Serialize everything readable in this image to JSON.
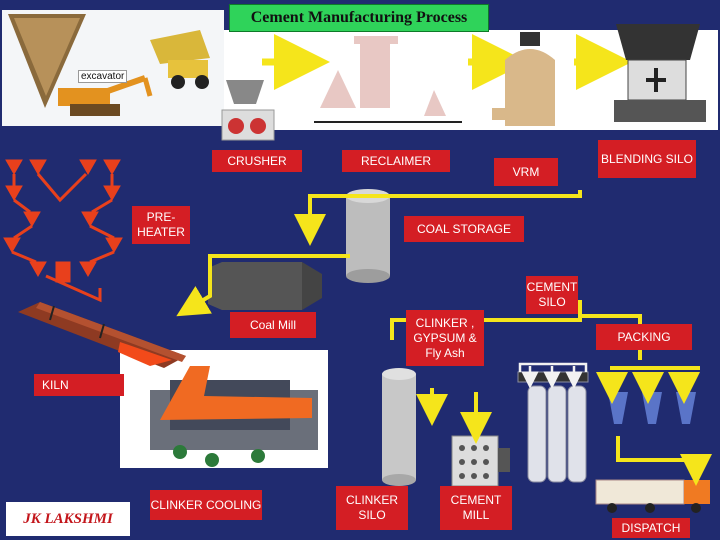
{
  "title": "Cement Manufacturing Process",
  "labels": {
    "excavator": "excavator",
    "crusher": "CRUSHER",
    "reclaimer": "RECLAIMER",
    "vrm": "VRM",
    "blending_silo": "BLENDING SILO",
    "preheater": "PRE-HEATER",
    "coal_storage": "COAL STORAGE",
    "cement_silo": "CEMENT SILO",
    "coal_mill": "Coal Mill",
    "clinker_gypsum": "CLINKER , GYPSUM & Fly Ash",
    "packing": "PACKING",
    "kiln": "KILN",
    "clinker_cooling": "CLINKER COOLING",
    "clinker_silo": "CLINKER SILO",
    "cement_mill": "CEMENT MILL",
    "dispatch": "DISPATCH"
  },
  "logo": {
    "text": "JK LAKSHMI"
  },
  "colors": {
    "background": "#202b70",
    "label": "#d41e24",
    "title_bg": "#2fd35a",
    "flow_arrow": "#f5e51b",
    "heater": "#e8401c"
  }
}
